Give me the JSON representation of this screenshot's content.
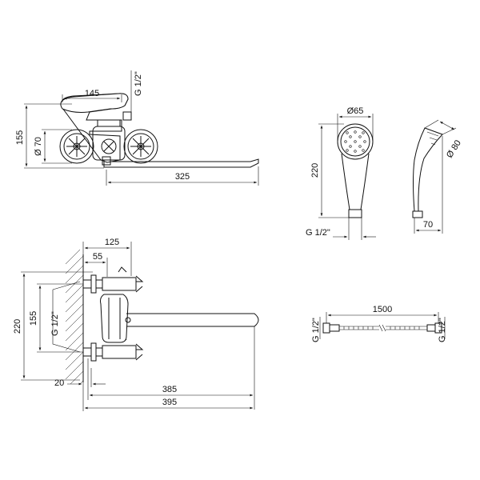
{
  "dimensions": {
    "faucet_top": {
      "width_145": "145",
      "thread": "G 1/2\"",
      "height_155": "155",
      "diameter_70": "Ø 70",
      "spout_325": "325"
    },
    "shower_head": {
      "diameter_65": "Ø65",
      "length_220": "220",
      "thread": "G 1/2\"",
      "head_80": "Ø 80",
      "depth_70": "70"
    },
    "faucet_side": {
      "width_125": "125",
      "width_55": "55",
      "height_220": "220",
      "height_155": "155",
      "thread": "G 1/2\"",
      "wall_20": "20",
      "reach_385": "385",
      "reach_395": "395"
    },
    "hose": {
      "length_1500": "1500",
      "thread_left": "G 1/2\"",
      "thread_right": "G 1/2\""
    }
  }
}
